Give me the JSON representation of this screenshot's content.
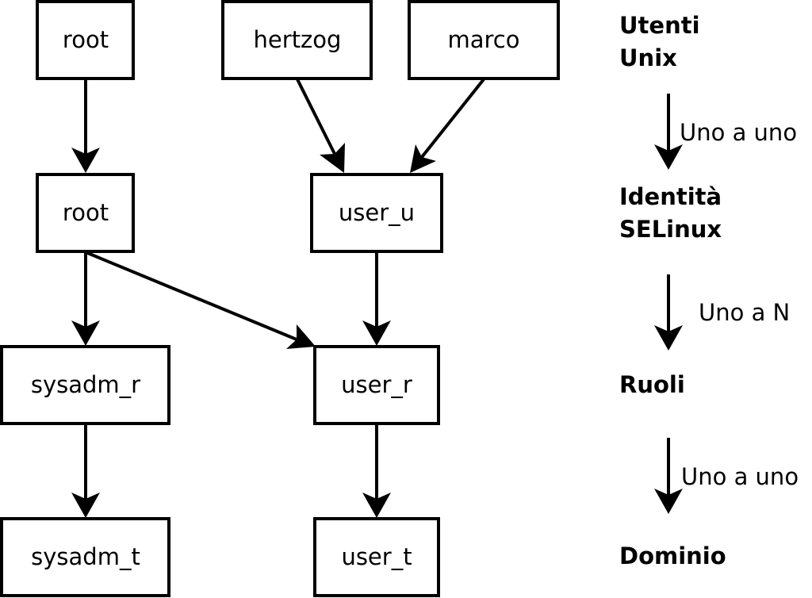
{
  "nodes": {
    "unix_root": "root",
    "unix_hertzog": "hertzog",
    "unix_marco": "marco",
    "se_root": "root",
    "se_user_u": "user_u",
    "role_sysadm": "sysadm_r",
    "role_user": "user_r",
    "dom_sysadm": "sysadm_t",
    "dom_user": "user_t"
  },
  "levels": {
    "unix_users": [
      "Utenti",
      "Unix"
    ],
    "selinux_identities": [
      "Identità",
      "SELinux"
    ],
    "roles": "Ruoli",
    "domain": "Dominio"
  },
  "relations": {
    "users_to_identities": "Uno a uno",
    "identities_to_roles": "Uno a N",
    "roles_to_domain": "Uno a uno"
  },
  "colors": {
    "stroke": "#000000",
    "background": "#ffffff"
  }
}
